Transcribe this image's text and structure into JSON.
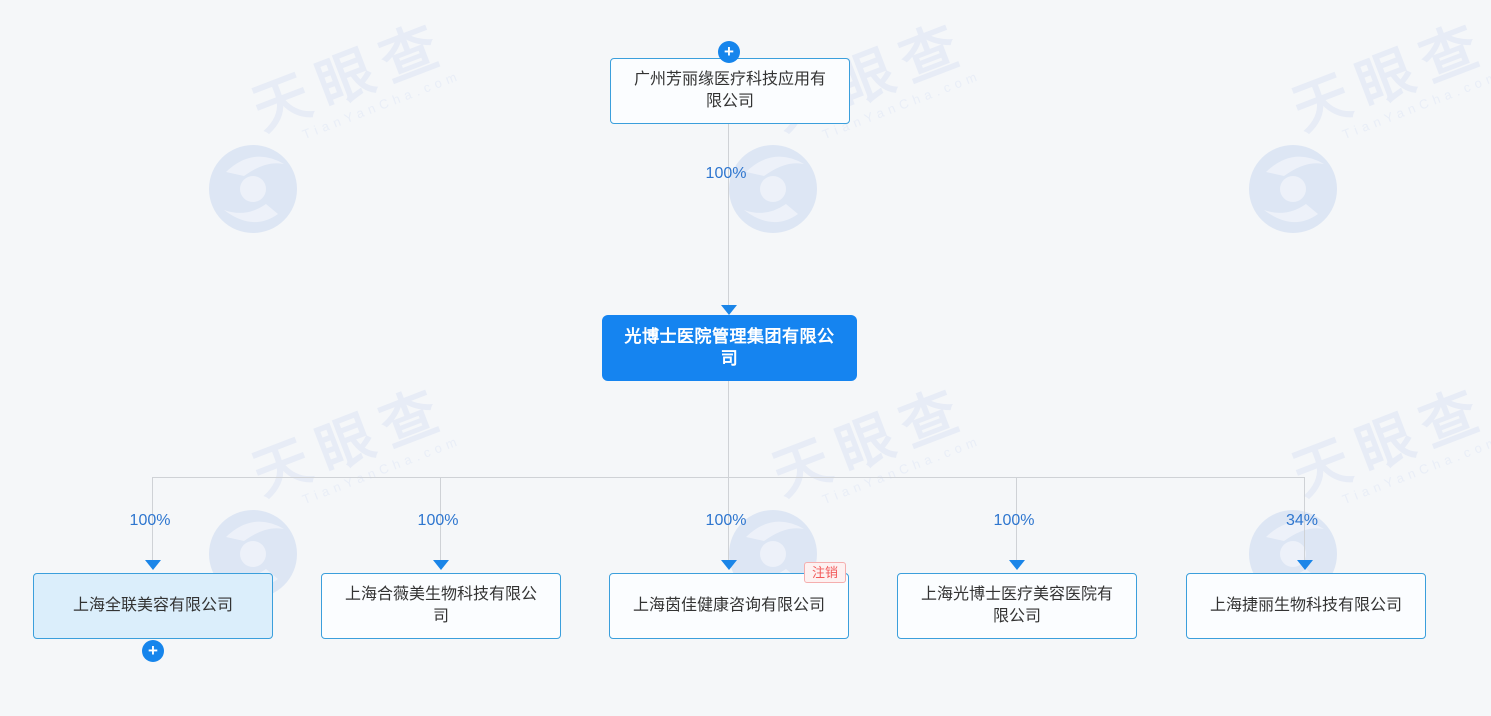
{
  "brand": {
    "watermark_name": "天眼查",
    "watermark_domain": "TianYanCha.com"
  },
  "colors": {
    "focus_box_blue": "#1584f0",
    "node_border_blue": "#3b9fdc",
    "highlight_fill": "#dbeefb",
    "percent_text_blue": "#2e76cf",
    "arrow_blue": "#1a85e8",
    "badge_red": "#f25a5a",
    "connector_grey": "#cfd2d6",
    "background": "#f5f7f9"
  },
  "diagram": {
    "root_company": {
      "name": "广州芳丽缘医疗科技应用有限公司",
      "ownership_percent": "100%"
    },
    "focus_company": {
      "name": "光博士医院管理集团有限公司"
    },
    "subsidiaries": [
      {
        "name": "上海全联美容有限公司",
        "percent": "100%",
        "status": ""
      },
      {
        "name": "上海合薇美生物科技有限公司",
        "percent": "100%",
        "status": ""
      },
      {
        "name": "上海茵佳健康咨询有限公司",
        "percent": "100%",
        "status": "注销"
      },
      {
        "name": "上海光博士医疗美容医院有限公司",
        "percent": "100%",
        "status": ""
      },
      {
        "name": "上海捷丽生物科技有限公司",
        "percent": "34%",
        "status": ""
      }
    ],
    "expand_icon": "+"
  }
}
